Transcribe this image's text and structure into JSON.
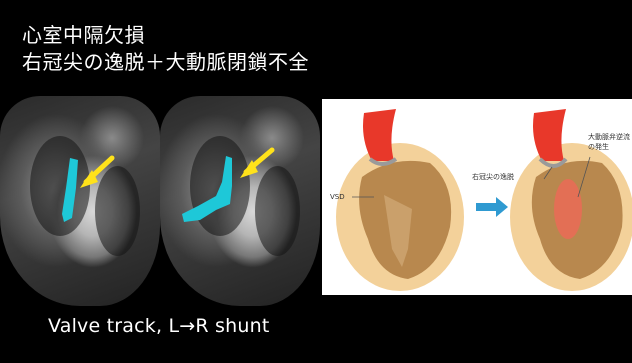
{
  "slide": {
    "title_line1": "心室中隔欠損",
    "title_line2": "右冠尖の逸脱＋大動脈閉鎖不全",
    "caption": "Valve track, L→R shunt"
  },
  "diagram": {
    "vsd_label": "VSD",
    "prolapse_label": "右冠尖の逸脱",
    "regurg_label_line1": "大動脈弁逆流",
    "regurg_label_line2": "の発生"
  },
  "colors": {
    "background": "#000000",
    "shunt_track": "#1ec8d8",
    "arrow_yellow": "#ffe21a",
    "aorta_red": "#e8382a",
    "myocardium": "#b8884e",
    "pericardium": "#f3d19a",
    "transition_arrow": "#2f9ad1"
  }
}
